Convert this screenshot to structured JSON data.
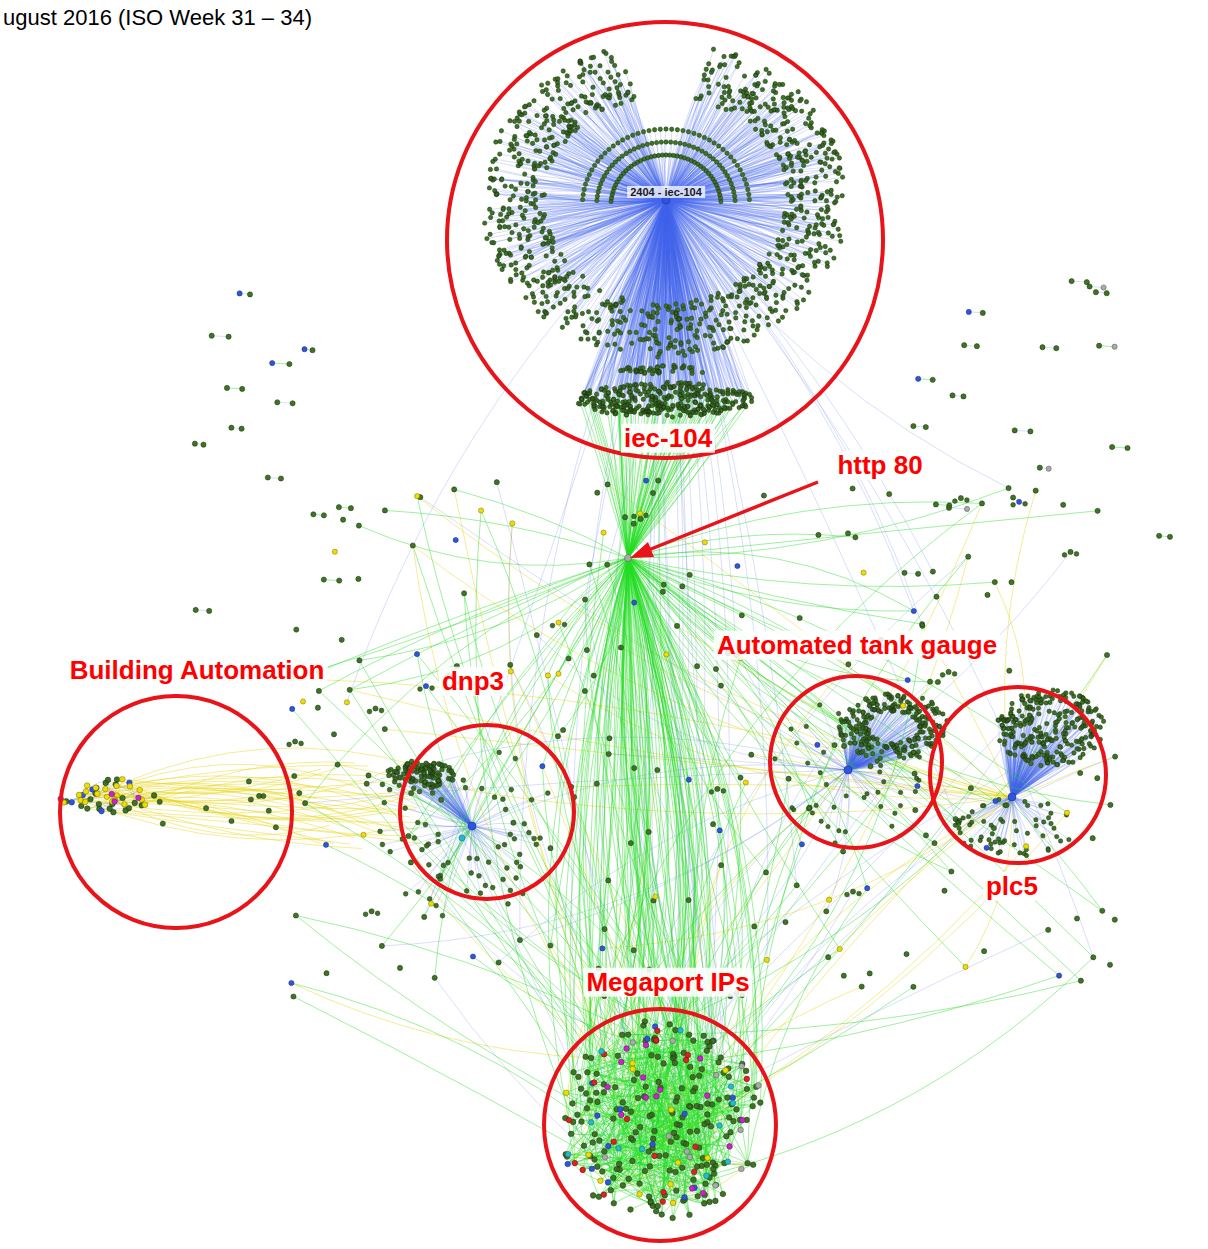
{
  "diagram": {
    "title": "ugust 2016 (ISO Week 31 – 34)",
    "nodes": [
      {
        "text": [
          "2404 - iec-104",
          "iec-104"
        ]
      },
      {
        "text": [
          "Building Automation"
        ]
      },
      {
        "text": [
          "dnp3"
        ]
      },
      {
        "text": [
          "Automated tank gauge"
        ]
      },
      {
        "text": [
          "plc5"
        ]
      },
      {
        "text": [
          "Megaport IPs"
        ]
      }
    ],
    "labels": [
      "http 80"
    ]
  }
}
